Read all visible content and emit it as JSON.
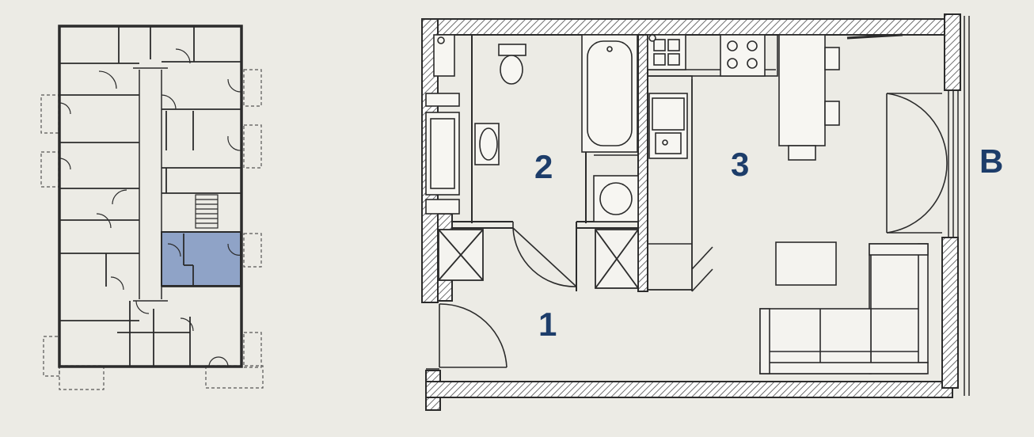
{
  "labels": {
    "room_1": "1",
    "room_2": "2",
    "room_3": "3",
    "balcony": "B"
  },
  "colors": {
    "paper": "#ecebe5",
    "wall": "#2b2b2b",
    "hatch": "#7d7d7d",
    "label": "#1d3d6a",
    "highlight": "#8fa3c7"
  }
}
